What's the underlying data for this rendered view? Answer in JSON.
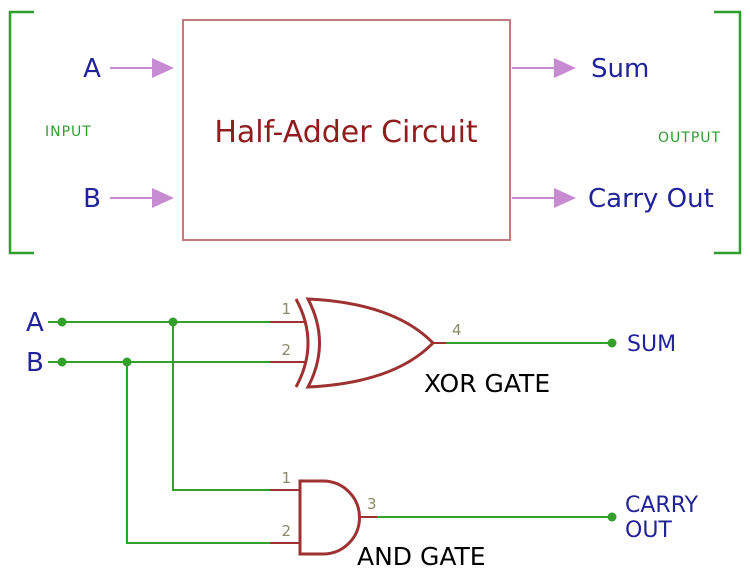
{
  "block_diagram": {
    "bracket_labels": {
      "input": "INPUT",
      "output": "OUTPUT"
    },
    "title": "Half-Adder Circuit",
    "inputs": [
      {
        "label": "A"
      },
      {
        "label": "B"
      }
    ],
    "outputs": [
      {
        "label": "Sum"
      },
      {
        "label": "Carry Out"
      }
    ]
  },
  "schematic": {
    "input_a": "A",
    "input_b": "B",
    "xor_gate": {
      "label": "XOR GATE",
      "pin_in1": "1",
      "pin_in2": "2",
      "pin_out": "4",
      "output": "SUM"
    },
    "and_gate": {
      "label": "AND GATE",
      "pin_in1": "1",
      "pin_in2": "2",
      "pin_out": "3",
      "output_line1": "CARRY",
      "output_line2": "OUT"
    }
  },
  "colors": {
    "wire_green": "#33a02c",
    "gate_red": "#9e3232",
    "box_border": "#c27a7a",
    "title_red": "#8f1d1d",
    "label_navy": "#22229a",
    "arrow_purple": "#c78bd2",
    "pin_number_olive": "#8a8a66"
  }
}
